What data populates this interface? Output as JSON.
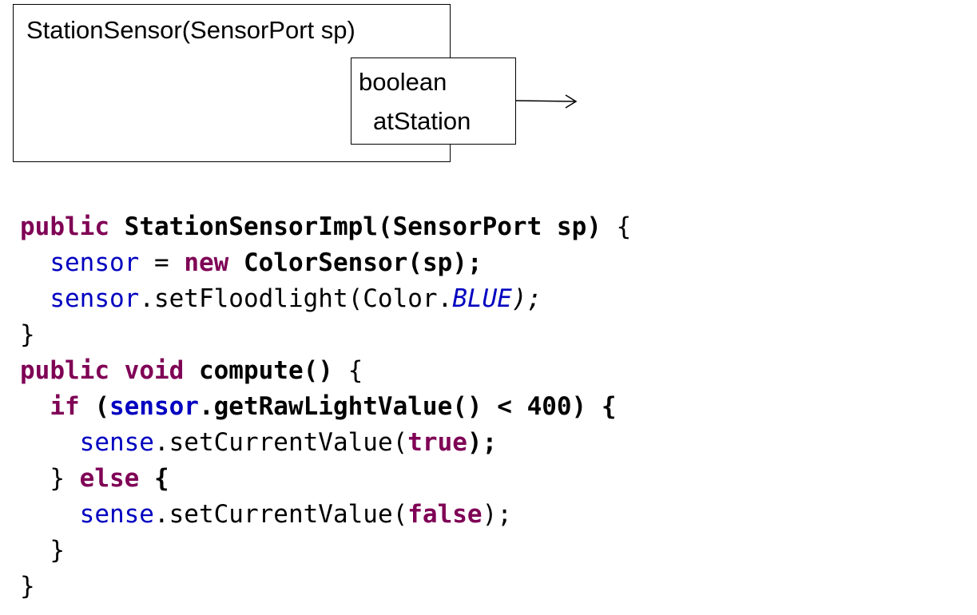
{
  "diagram": {
    "component_title": "StationSensor(SensorPort sp)",
    "port_line_1": "boolean",
    "port_line_2": "atStation"
  },
  "code": {
    "line1": {
      "kw": "public",
      "sp1": " ",
      "fn": "StationSensorImpl(SensorPort sp)",
      "tail": " {"
    },
    "line2": {
      "indent": "  ",
      "fld": "sensor",
      "eq": " = ",
      "kw": "new",
      "sp": " ",
      "fn": "ColorSensor(sp);"
    },
    "line3": {
      "indent": "  ",
      "fld": "sensor",
      "call": ".setFloodlight(Color.",
      "cst": "BLUE",
      "tail": ");"
    },
    "line4": {
      "text": "}"
    },
    "line5": {
      "kw1": "public",
      "sp1": " ",
      "kw2": "void",
      "sp2": " ",
      "fn": "compute()",
      "tail": " {"
    },
    "line6": {
      "indent": "  ",
      "kw": "if",
      "open": " (",
      "fld": "sensor",
      "fn": ".getRawLightValue() < 400)",
      "tail": " {"
    },
    "line7": {
      "indent": "    ",
      "fld": "sense",
      "call": ".setCurrentValue(",
      "kw": "true",
      "tail": ");"
    },
    "line8": {
      "indent": "  ",
      "brace": "}",
      "sp": " ",
      "kw": "else",
      "tail": " {"
    },
    "line9": {
      "indent": "    ",
      "fld": "sense",
      "call": ".setCurrentValue(",
      "kw": "false",
      "tail": ");"
    },
    "line10": {
      "text": "  }"
    },
    "line11": {
      "text": "}"
    }
  },
  "colors": {
    "keyword": "#7f0055",
    "field": "#0000c0",
    "text": "#000000"
  }
}
